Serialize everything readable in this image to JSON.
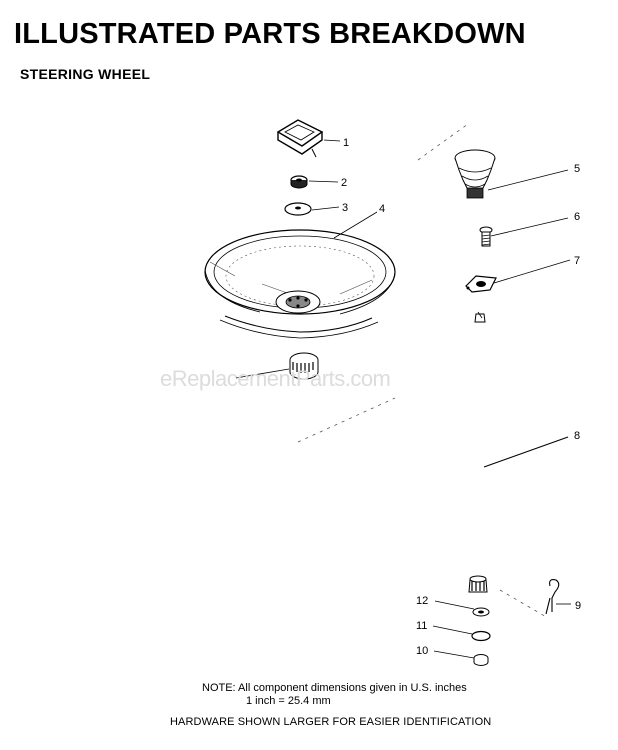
{
  "header": {
    "title": "ILLUSTRATED PARTS BREAKDOWN",
    "subtitle": "STEERING WHEEL"
  },
  "diagram": {
    "callouts": [
      "1",
      "2",
      "3",
      "4",
      "5",
      "6",
      "7",
      "8",
      "9",
      "10",
      "11",
      "12"
    ],
    "watermark": "eReplacementParts.com"
  },
  "footer": {
    "note_line1": "NOTE:  All component dimensions given in U.S. inches",
    "note_line2": "1 inch = 25.4 mm",
    "hardware": "HARDWARE SHOWN LARGER FOR EASIER IDENTIFICATION"
  }
}
